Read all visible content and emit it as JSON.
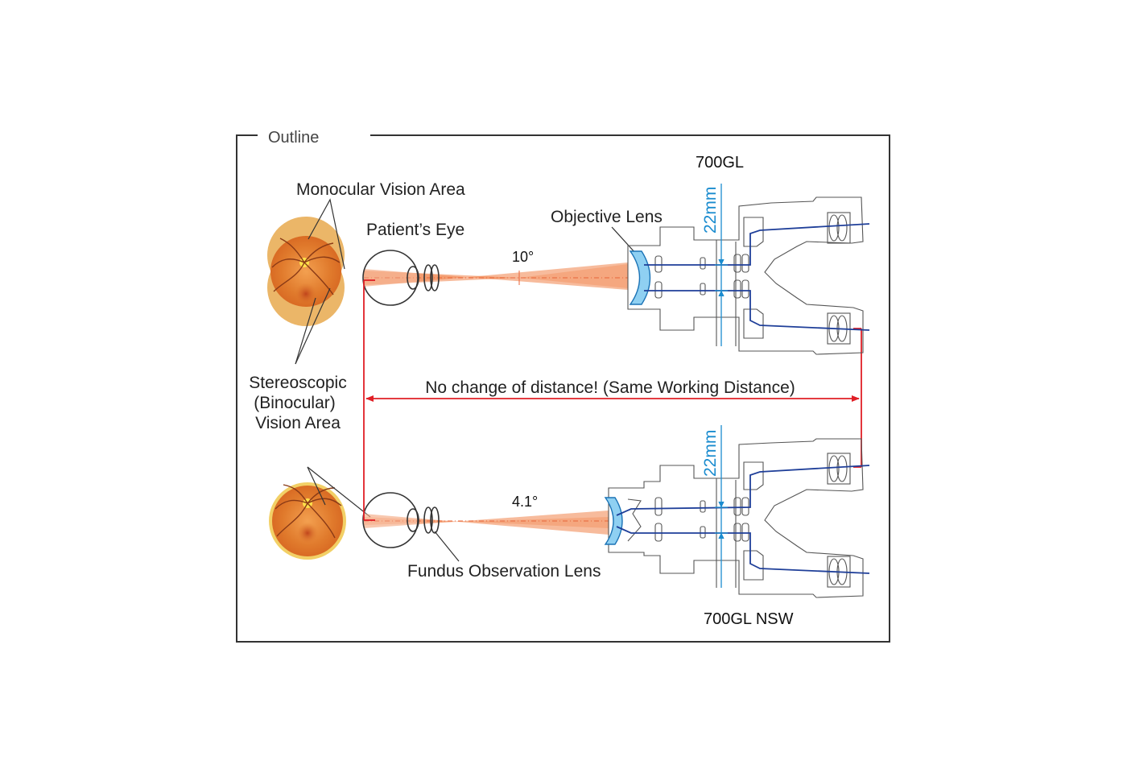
{
  "frame": {
    "title": "Outline"
  },
  "labels": {
    "monocular": "Monocular Vision Area",
    "patients_eye": "Patient’s Eye",
    "objective_lens": "Objective Lens",
    "stereo_line1": "Stereoscopic",
    "stereo_line2": "(Binocular)",
    "stereo_line3": "Vision Area",
    "working_distance": "No change of distance! (Same Working Distance)",
    "fundus_lens": "Fundus Observation Lens"
  },
  "models": {
    "top": {
      "name": "700GL",
      "angle": "10°",
      "width_label": "22mm"
    },
    "bottom": {
      "name": "700GL NSW",
      "angle": "4.1°",
      "width_label": "22mm"
    }
  },
  "colors": {
    "beam": "#f0844a",
    "beam_dark": "#e8663a",
    "red_line": "#e01f26",
    "blue_path": "#1f3f99",
    "dim_blue": "#1b8ccf",
    "lens_fill": "#8fd0f2",
    "lens_stroke": "#1b73b6",
    "fundus_orange": "#e07a2c",
    "fundus_halo": "#e8a94e",
    "outline": "#444444"
  }
}
